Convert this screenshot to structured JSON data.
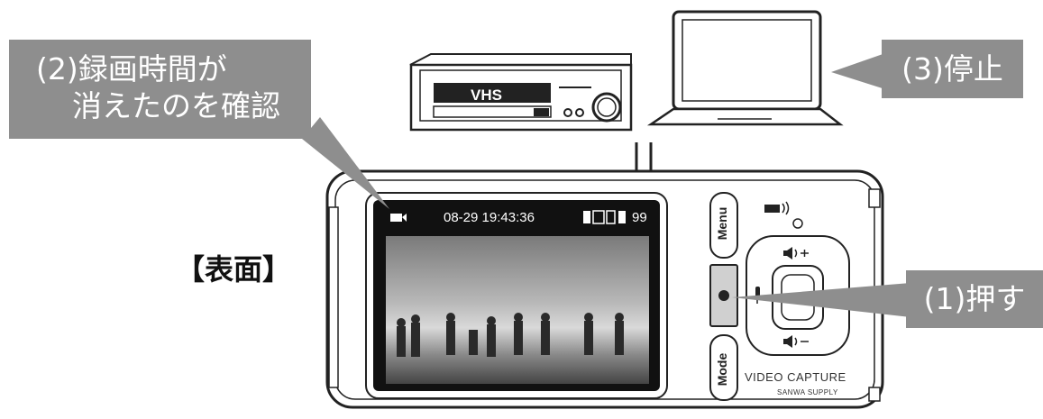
{
  "callouts": {
    "step2_line1": "(2)録画時間が",
    "step2_line2": "消えたのを確認",
    "step3": "(3)停止",
    "step1": "(1)押す"
  },
  "face_label": "【表面】",
  "vcr": {
    "label": "VHS"
  },
  "screen": {
    "datetime": "08-29  19:43:36",
    "battery_count": "99"
  },
  "buttons": {
    "menu": "Menu",
    "mode": "Mode"
  },
  "brand": {
    "name": "VIDEO CAPTURE",
    "maker": "SANWA SUPPLY"
  },
  "colors": {
    "callout_bg": "#8e8e8e",
    "outline": "#222222"
  }
}
